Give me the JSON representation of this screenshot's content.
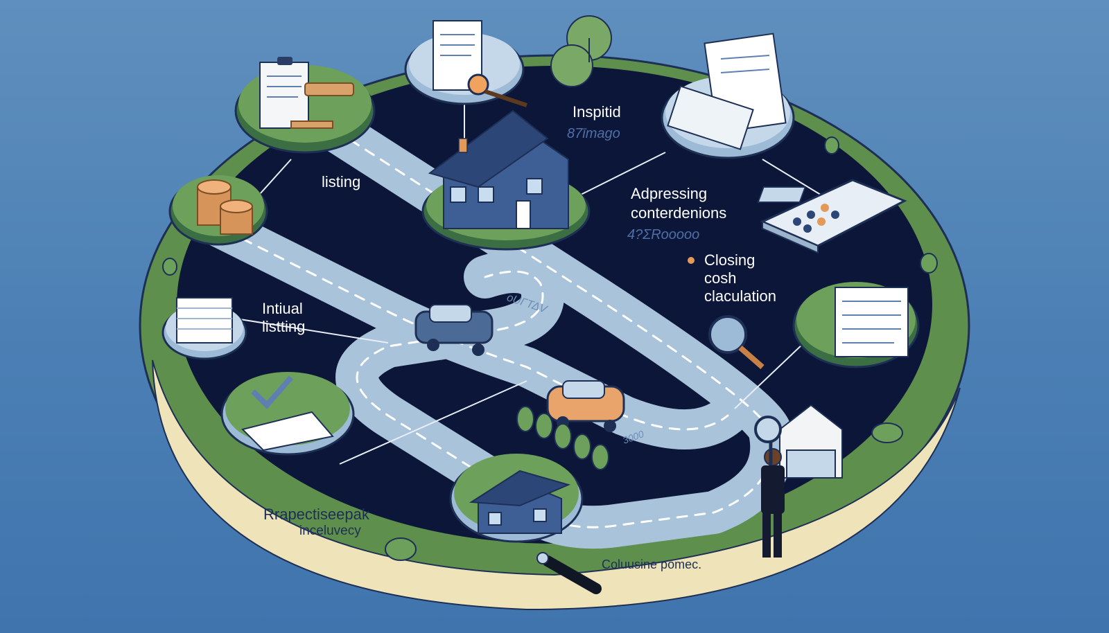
{
  "labels": {
    "listing": "listing",
    "inspection_title": "Inspitid",
    "inspection_sub": "87īmago",
    "addressing_line1": "Adpressing",
    "addressing_line2": "conterdenions",
    "addressing_sub": "4?ΣRooooo",
    "closing_line1": "Closing",
    "closing_line2": "cosh",
    "closing_line3": "claculation",
    "initial_line1": "Intiual",
    "initial_line2": "listting",
    "prospective_line1": "Rrapectiseepak",
    "prospective_line2": "inceluvecy",
    "conclusion": "Coluusine pomec.",
    "road_text": "οUΓΤΔV",
    "road_number": "3000"
  },
  "icons": [
    "clipboard-icon",
    "document-icon",
    "magnifier-icon",
    "coins-icon",
    "house-icon",
    "paper-stack-icon",
    "calculator-icon",
    "car-icon",
    "tree-icon",
    "person-icon",
    "checkmark-icon",
    "key-icon"
  ],
  "colors": {
    "background": "#4d80b6",
    "board_dark": "#0c1638",
    "board_rim": "#5f8f4c",
    "road": "#a9c3db",
    "sand": "#efe3b9",
    "accent_orange": "#e39a58",
    "house_blue": "#3e5f96"
  }
}
